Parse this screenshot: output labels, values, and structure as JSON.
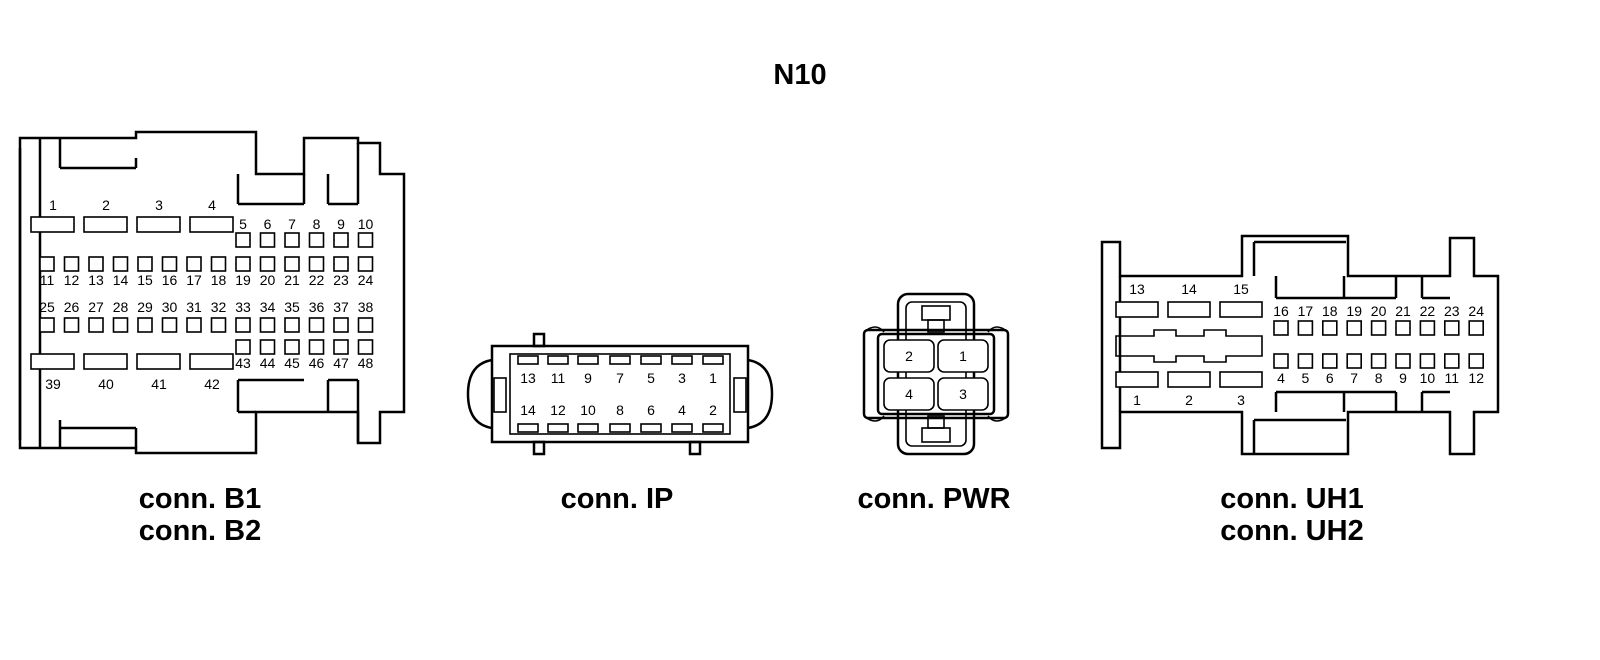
{
  "title": "N10",
  "connectors": {
    "b": {
      "names": [
        "conn. B1",
        "conn. B2"
      ],
      "top_large_pins": [
        "1",
        "2",
        "3",
        "4"
      ],
      "top_small_pins": [
        "5",
        "6",
        "7",
        "8",
        "9",
        "10"
      ],
      "row2_pins": [
        "11",
        "12",
        "13",
        "14",
        "15",
        "16",
        "17",
        "18",
        "19",
        "20",
        "21",
        "22",
        "23",
        "24"
      ],
      "row3_pins": [
        "25",
        "26",
        "27",
        "28",
        "29",
        "30",
        "31",
        "32",
        "33",
        "34",
        "35",
        "36",
        "37",
        "38"
      ],
      "bottom_small_pins": [
        "43",
        "44",
        "45",
        "46",
        "47",
        "48"
      ],
      "bottom_large_pins": [
        "39",
        "40",
        "41",
        "42"
      ]
    },
    "ip": {
      "name": "conn. IP",
      "top_pins": [
        "13",
        "11",
        "9",
        "7",
        "5",
        "3",
        "1"
      ],
      "bottom_pins": [
        "14",
        "12",
        "10",
        "8",
        "6",
        "4",
        "2"
      ]
    },
    "pwr": {
      "name": "conn. PWR",
      "pins": [
        "2",
        "1",
        "4",
        "3"
      ]
    },
    "uh": {
      "names": [
        "conn. UH1",
        "conn. UH2"
      ],
      "top_large_pins": [
        "13",
        "14",
        "15"
      ],
      "top_small_pins": [
        "16",
        "17",
        "18",
        "19",
        "20",
        "21",
        "22",
        "23",
        "24"
      ],
      "bottom_small_pins": [
        "4",
        "5",
        "6",
        "7",
        "8",
        "9",
        "10",
        "11",
        "12"
      ],
      "bottom_large_pins": [
        "1",
        "2",
        "3"
      ]
    }
  }
}
